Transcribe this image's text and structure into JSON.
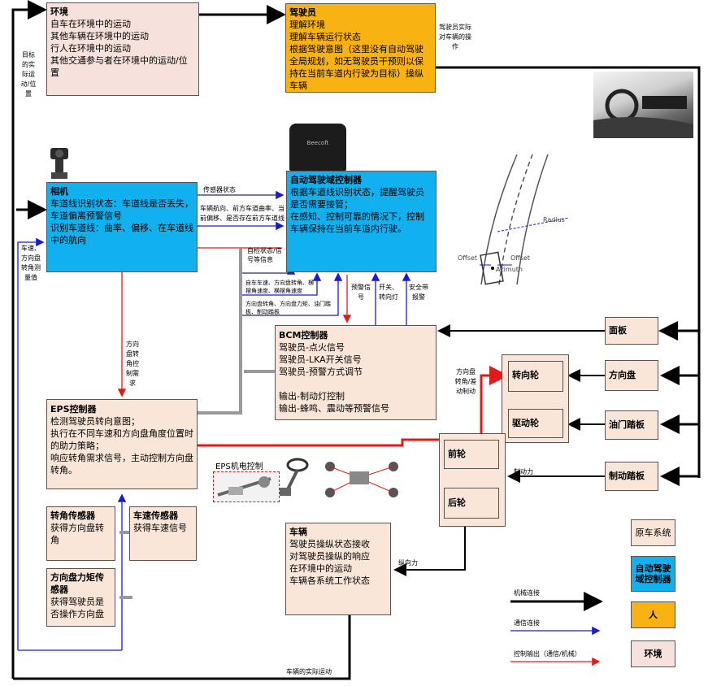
{
  "boxes": {
    "env": {
      "title": "环境",
      "lines": [
        "自车在环境中的运动",
        "其他车辆在环境中的运动",
        "行人在环境中的运动",
        "其他交通参与者在环境中的运动/位置"
      ]
    },
    "driver": {
      "title": "驾驶员",
      "lines": [
        "理解环境",
        "理解车辆运行状态",
        "根据驾驶意图（这里没有自动驾驶全局规划，如无驾驶员干预则以保持在当前车道内行驶为目标）操纵车辆"
      ]
    },
    "camera": {
      "title": "相机",
      "lines": [
        "车道线识别状态：车道线是否丢失，车道偏离预警信号",
        "识别车道线：曲率、偏移、在车道线中的航向"
      ]
    },
    "adc": {
      "title": "自动驾驶域控制器",
      "lines": [
        "根据车道线识别状态，提醒驾驶员是否需要接管；",
        "在感知、控制可靠的情况下，控制车辆保持在当前车道内行驶。"
      ]
    },
    "bcm": {
      "title": "BCM控制器",
      "lines": [
        "驾驶员-点火信号",
        "驾驶员-LKA开关信号",
        "驾驶员-预警方式调节",
        "",
        "输出-制动灯控制",
        "输出-蜂鸣、震动等预警信号"
      ]
    },
    "eps": {
      "title": "EPS控制器",
      "lines": [
        "检测驾驶员转向意图；",
        "执行在不同车速和方向盘角度位置时的助力策略；",
        "响应转角需求信号，主动控制方向盘转角。"
      ]
    },
    "angle_sensor": {
      "title": "转角传感器",
      "lines": [
        "获得方向盘转角"
      ]
    },
    "speed_sensor": {
      "title": "车速传感器",
      "lines": [
        "获得车速信号"
      ]
    },
    "torque_sensor": {
      "title": "方向盘力矩传感器",
      "lines": [
        "获得驾驶员是否操作方向盘"
      ]
    },
    "vehicle": {
      "title": "车辆",
      "lines": [
        "驾驶员操纵状态接收",
        "对驾驶员操纵的响应",
        "在环境中的运动",
        "车辆各系统工作状态"
      ]
    },
    "panel": "面板",
    "steering_wheel": "方向盘",
    "throttle": "油门踏板",
    "brake": "制动踏板",
    "steer_wheel": "转向轮",
    "drive_wheel": "驱动轮",
    "front_wheel": "前轮",
    "rear_wheel": "后轮"
  },
  "labels": {
    "target_motion": "目标的实际运动/位置",
    "driver_action": "驾驶员实际对车辆的操作",
    "sensor_state": "传感器状态",
    "vehicle_heading": "车辆航向、前方车道曲率、当前偏移、是否存在前方车道线",
    "status_info": "自检状态/信号等信息",
    "self_lane": "自车车速、方向盘转角、横摆角速度、横摆角速度",
    "steer_torque": "方向盘转角、方向盘力矩、油门踏板、制动踏板",
    "warning_signal": "预警信号",
    "switch_light": "开关、转向灯",
    "safety_belt": "安全带报警",
    "steer_angle_ctrl": "方向盘转角控制需求",
    "speed_angle": "车速、方向盘转角测量值",
    "eps_motor": "EPS机电控制",
    "angle_diff": "方向盘转角/差动制动",
    "brake_force": "制动力",
    "long_force": "纵向力",
    "actual_motion": "车辆的实际运动",
    "radius": "Radius",
    "offset_l": "Offset",
    "offset_r": "Offset",
    "azimuth": "Azimuth",
    "controller_logo": "Beecoft"
  },
  "legend": {
    "mech": "机械连接",
    "comm": "通信连接",
    "ctrl": "控制输出（通信/机械）",
    "orig": "原车系统",
    "adc": "自动驾驶域控制器",
    "human": "人",
    "env": "环境"
  },
  "colors": {
    "blue_box": "#11b0ef",
    "orange_box": "#f8b312",
    "pink_box": "#f7e1dc",
    "peach_box": "#fae6d8",
    "comm_line": "#1a1ad6",
    "ctrl_line": "#e01b1b"
  }
}
